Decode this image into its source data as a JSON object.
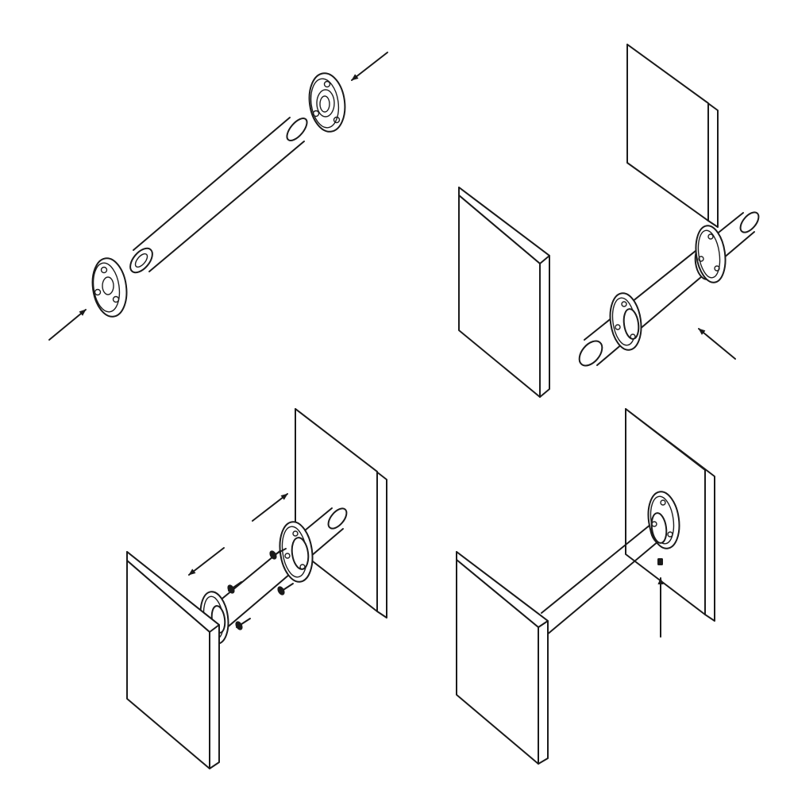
{
  "diagram": {
    "steps": [
      {
        "id": "step-1",
        "parts": [
          "rod",
          "flange",
          "flange"
        ],
        "arrows": 2
      },
      {
        "id": "step-2",
        "parts": [
          "panel",
          "panel",
          "rod-with-flanges"
        ],
        "arrows": 1
      },
      {
        "id": "step-3",
        "parts": [
          "panel",
          "panel",
          "rod-with-flanges",
          "screws"
        ],
        "arrows": 2
      },
      {
        "id": "step-4",
        "parts": [
          "panel",
          "panel",
          "rod-with-flanges",
          "set-screw"
        ],
        "arrows": 1
      }
    ],
    "stroke_color": "#1a1a1a",
    "background_color": "#ffffff"
  }
}
